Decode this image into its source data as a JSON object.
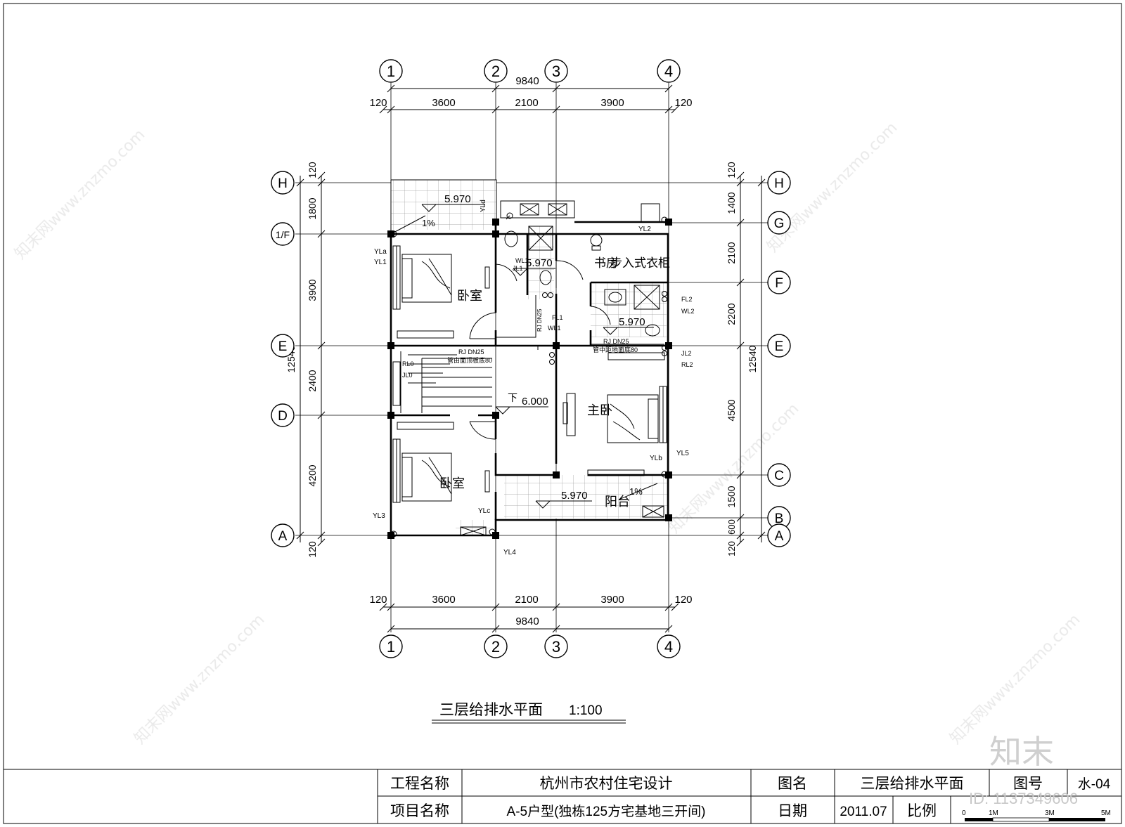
{
  "drawing": {
    "title": "三层给排水平面",
    "scale": "1:100",
    "top_total": "9840",
    "bottom_total": "9840",
    "top_dims": [
      "120",
      "3600",
      "2100",
      "3900",
      "120"
    ],
    "bottom_dims": [
      "120",
      "3600",
      "2100",
      "3900",
      "120"
    ],
    "col_axes": [
      "1",
      "2",
      "3",
      "4"
    ],
    "left_axes": [
      "H",
      "1/F",
      "E",
      "D",
      "A"
    ],
    "right_axes": [
      "H",
      "G",
      "F",
      "E",
      "C",
      "B",
      "A"
    ],
    "left_dims": [
      "120",
      "1800",
      "3900",
      "2400",
      "4200",
      "120"
    ],
    "left_total": "12540",
    "right_dims": [
      "120",
      "1400",
      "2100",
      "2200",
      "4500",
      "1500",
      "600",
      "120"
    ],
    "right_total": "12540"
  },
  "rooms": {
    "bedroom_top": "卧室",
    "bedroom_bottom": "卧室",
    "master": "主卧",
    "study": "书房",
    "closet": "步入式衣柜",
    "balcony": "阳台",
    "down": "下"
  },
  "levels": {
    "terrace": "5.970",
    "bath_left": "5.970",
    "bath_right": "5.970",
    "stair": "6.000",
    "balcony": "5.970"
  },
  "slopes": {
    "terrace": "1%",
    "balcony": "1%"
  },
  "pipes": {
    "yld": "YLd",
    "yla": "YLa",
    "yl1": "YL1",
    "yl2": "YL2",
    "jl1": "JL1",
    "wl1": "WL1",
    "fl1": "FL1",
    "wl1b": "WL1",
    "rj_left": "RJ DN25",
    "fl2": "FL2",
    "wl2": "WL2",
    "jl2": "JL2",
    "rl2": "RL2",
    "rl0": "RL0",
    "jl0": "JL0",
    "rj_center": "RJ DN25",
    "pipe_note_left": "管由面顶板底80",
    "rj_right": "RJ DN25",
    "pipe_note_right": "管中距地面底80",
    "ylb": "YLb",
    "yl5": "YL5",
    "yl3": "YL3",
    "ylc": "YLc",
    "yl4": "YL4"
  },
  "title_block": {
    "project_name_label": "工程名称",
    "project_name": "杭州市农村住宅设计",
    "drawing_name_label": "图名",
    "drawing_name": "三层给排水平面",
    "drawing_no_label": "图号",
    "drawing_no": "水-04",
    "item_name_label": "项目名称",
    "item_name": "A-5户型(独栋125方宅基地三开间)",
    "date_label": "日期",
    "date": "2011.07",
    "scale_label": "比例",
    "scale_ticks": [
      "0",
      "1M",
      "3M",
      "5M"
    ]
  },
  "watermark": {
    "logo": "知末",
    "id": "ID: 1137349606",
    "site": "知末网www.znzmo.com"
  }
}
